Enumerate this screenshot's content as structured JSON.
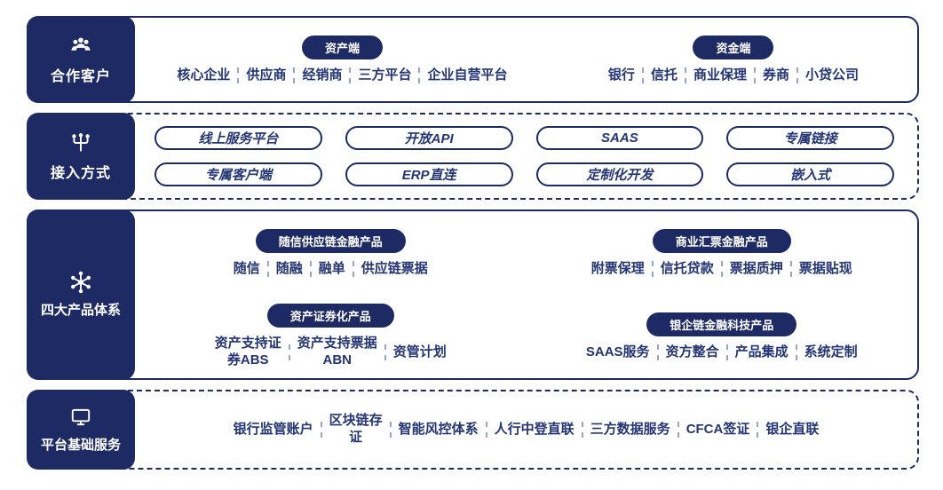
{
  "colors": {
    "navy": "#1e2a63",
    "ink": "#243573",
    "separator": "#9aa3c6"
  },
  "rows": [
    {
      "label": "合作客户",
      "icon": "people-icon",
      "border": "solid",
      "groups": [
        {
          "badge": "资产端",
          "items": [
            "核心企业",
            "供应商",
            "经销商",
            "三方平台",
            "企业自营平台"
          ]
        },
        {
          "badge": "资金端",
          "items": [
            "银行",
            "信托",
            "商业保理",
            "券商",
            "小贷公司"
          ]
        }
      ]
    },
    {
      "label": "接入方式",
      "icon": "network-tree-icon",
      "border": "dashed",
      "pills": [
        [
          "线上服务平台",
          "开放API",
          "SAAS",
          "专属链接"
        ],
        [
          "专属客户端",
          "ERP直连",
          "定制化开发",
          "嵌入式"
        ]
      ]
    },
    {
      "label": "四大产品体系",
      "icon": "hub-spoke-icon",
      "border": "solid",
      "groups": [
        {
          "badge": "随信供应链金融产品",
          "items": [
            "随信",
            "随融",
            "融单",
            "供应链票据"
          ]
        },
        {
          "badge": "商业汇票金融产品",
          "items": [
            "附票保理",
            "信托贷款",
            "票据质押",
            "票据贴现"
          ]
        },
        {
          "badge": "资产证券化产品",
          "items": [
            "资产支持证\n券ABS",
            "资产支持票据\nABN",
            "资管计划"
          ]
        },
        {
          "badge": "银企链金融科技产品",
          "items": [
            "SAAS服务",
            "资方整合",
            "产品集成",
            "系统定制"
          ]
        }
      ]
    },
    {
      "label": "平台基础服务",
      "icon": "monitor-icon",
      "border": "dashed",
      "items": [
        "银行监管账户",
        "区块链存\n证",
        "智能风控体系",
        "人行中登直联",
        "三方数据服务",
        "CFCA签证",
        "银企直联"
      ]
    }
  ]
}
